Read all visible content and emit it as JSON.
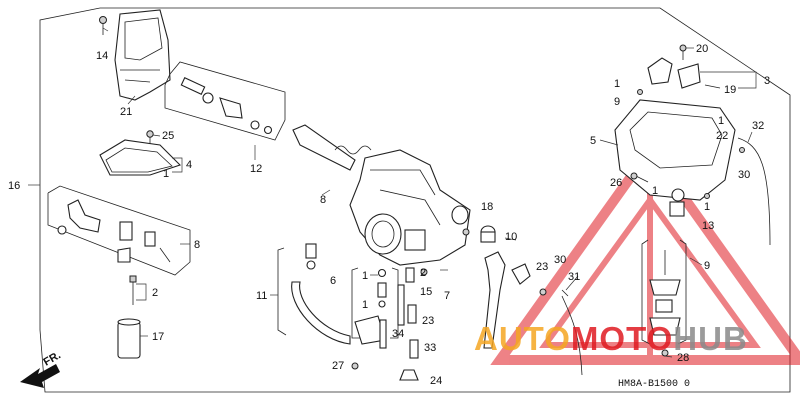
{
  "diagram": {
    "callouts": [
      {
        "id": "c14",
        "text": "14"
      },
      {
        "id": "c21",
        "text": "21"
      },
      {
        "id": "c12",
        "text": "12"
      },
      {
        "id": "c25",
        "text": "25"
      },
      {
        "id": "c4",
        "text": "4"
      },
      {
        "id": "c1a",
        "text": "1"
      },
      {
        "id": "c16",
        "text": "16"
      },
      {
        "id": "c8a",
        "text": "8"
      },
      {
        "id": "c8b",
        "text": "8"
      },
      {
        "id": "c2a",
        "text": "2"
      },
      {
        "id": "c17",
        "text": "17"
      },
      {
        "id": "c11",
        "text": "11"
      },
      {
        "id": "c6",
        "text": "6"
      },
      {
        "id": "c1b",
        "text": "1"
      },
      {
        "id": "c2b",
        "text": "2"
      },
      {
        "id": "c15",
        "text": "15"
      },
      {
        "id": "c1c",
        "text": "1"
      },
      {
        "id": "c7",
        "text": "7"
      },
      {
        "id": "c18",
        "text": "18"
      },
      {
        "id": "c10",
        "text": "10"
      },
      {
        "id": "c23a",
        "text": "23"
      },
      {
        "id": "c34",
        "text": "34"
      },
      {
        "id": "c23b",
        "text": "23"
      },
      {
        "id": "c33",
        "text": "33"
      },
      {
        "id": "c27",
        "text": "27"
      },
      {
        "id": "c24",
        "text": "24"
      },
      {
        "id": "c30a",
        "text": "30"
      },
      {
        "id": "c31",
        "text": "31"
      },
      {
        "id": "c20",
        "text": "20"
      },
      {
        "id": "c3",
        "text": "3"
      },
      {
        "id": "c1d",
        "text": "1"
      },
      {
        "id": "c9a",
        "text": "9"
      },
      {
        "id": "c19",
        "text": "19"
      },
      {
        "id": "c5",
        "text": "5"
      },
      {
        "id": "c1e",
        "text": "1"
      },
      {
        "id": "c22",
        "text": "22"
      },
      {
        "id": "c32",
        "text": "32"
      },
      {
        "id": "c30b",
        "text": "30"
      },
      {
        "id": "c26",
        "text": "26"
      },
      {
        "id": "c1f",
        "text": "1"
      },
      {
        "id": "c1g",
        "text": "1"
      },
      {
        "id": "c13",
        "text": "13"
      },
      {
        "id": "c9b",
        "text": "9"
      },
      {
        "id": "c28",
        "text": "28"
      }
    ],
    "direction_label": "FR.",
    "drawing_code": "HM8A-B1500 0",
    "watermark": {
      "part1": "AUTO",
      "part2": "MOTO",
      "part3": "HUB"
    },
    "colors": {
      "watermark_red": "#e01b22",
      "watermark_orange": "#f5a623",
      "watermark_gray": "#8a8a8a",
      "line": "#222222"
    }
  }
}
